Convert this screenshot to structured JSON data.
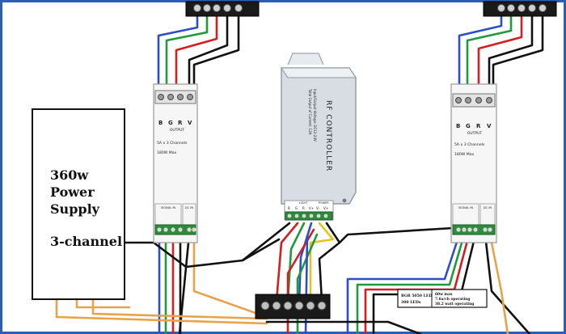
{
  "colors": {
    "frame": "#2b5fb3",
    "blue_wire": "#2b4fc8",
    "green_wire": "#1f9a3a",
    "red_wire": "#d21f1f",
    "black_wire": "#111111",
    "orange_wire": "#e8a24a",
    "yellow_wire": "#e6c21b",
    "controller_body": "#d7dde3"
  },
  "power_supply": {
    "line1": "360w",
    "line2": "Power",
    "line3": "Supply",
    "line4": "3-channel"
  },
  "controller": {
    "title": "RF CONTROLLER",
    "spec1": "Input/Output Voltage: DC12-24V",
    "spec2": "Total Output of Current: 12A",
    "light_label": "LIGHT",
    "power_label": "POWER",
    "terminals": [
      "B",
      "G",
      "R",
      "V+",
      "V-",
      "V+"
    ]
  },
  "amp_left": {
    "terminals": [
      "B",
      "G",
      "R",
      "V"
    ],
    "output_label": "OUTPUT",
    "spec1": "5A x 3 Channels",
    "spec2": "180W Max",
    "signal_label": "SIGNAL IN",
    "dc_label": "DC IN"
  },
  "amp_right": {
    "terminals": [
      "B",
      "G",
      "R",
      "V"
    ],
    "output_label": "OUTPUT",
    "spec1": "5A x 3 Channels",
    "spec2": "180W Max",
    "signal_label": "SIGNAL IN",
    "dc_label": "DC IN"
  },
  "led_note": {
    "left1": "RGB 5050 LED",
    "left2": "300 LEDs",
    "right1": "60w max",
    "right2": "7.6a/ch operating",
    "right3": "38.2 watt operating"
  }
}
